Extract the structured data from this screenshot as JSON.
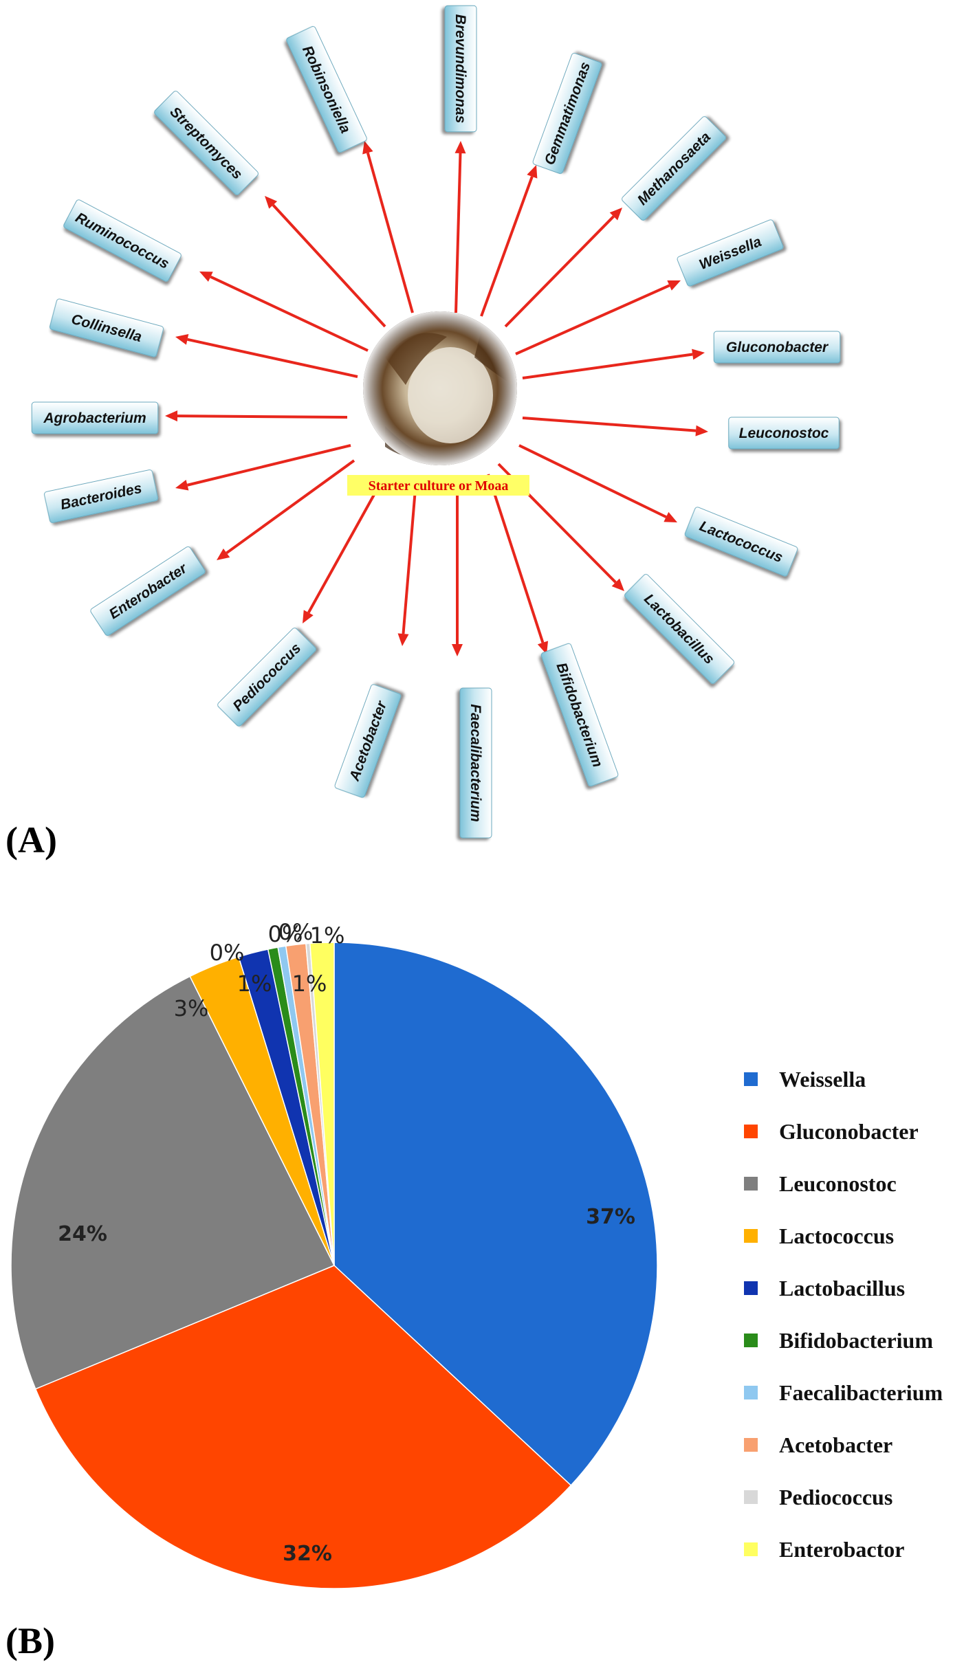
{
  "panel_a": {
    "label": "(A)",
    "center_caption": "Starter  culture or Moaa",
    "genera": [
      "Brevundimonas",
      "Gemmatimonas",
      "Methanosaeta",
      "Weissella",
      "Gluconobacter",
      "Leuconostoc",
      "Lactococcus",
      "Lactobacillus",
      "Bifidobacterium",
      "Faecalibacterium",
      "Acetobacter",
      "Pediococcus",
      "Enterobacter",
      "Bacteroides",
      "Agrobacterium",
      "Collinsella",
      "Ruminococcus",
      "Streptomyces",
      "Robinsoniella"
    ],
    "colors": {
      "arrow": "#e8261c",
      "box_top": "#ffffff",
      "box_bottom": "#7ec3d9",
      "caption_bg": "#ffff66"
    }
  },
  "panel_b": {
    "label": "(B)"
  },
  "chart_data": {
    "type": "pie",
    "categories": [
      "Weissella",
      "Gluconobacter",
      "Leuconostoc",
      "Lactococcus",
      "Lactobacillus",
      "Bifidobacterium",
      "Faecalibacterium",
      "Acetobacter",
      "Pediococcus",
      "Enterobactor"
    ],
    "values": [
      37.1,
      32.0,
      24.0,
      2.6,
      1.5,
      0.5,
      0.4,
      1.0,
      0.2,
      1.2
    ],
    "data_labels": [
      "37%",
      "32%",
      "24%",
      "3%",
      "1%",
      "0%",
      "0%",
      "1%",
      "0%",
      "1%"
    ],
    "colors": [
      "#1f6bd0",
      "#ff4500",
      "#7f7f7f",
      "#ffb000",
      "#1034b0",
      "#2a8c1a",
      "#8fc8f0",
      "#f8a070",
      "#d8d8d8",
      "#ffff60"
    ],
    "legend_position": "right",
    "start_angle_deg": 0,
    "direction": "clockwise"
  }
}
